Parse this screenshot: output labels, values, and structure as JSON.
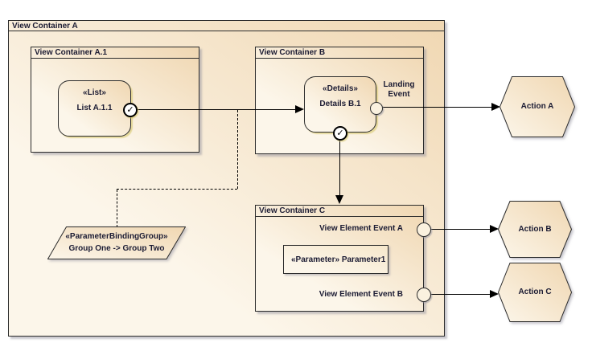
{
  "containers": {
    "a": {
      "title": "View Container A"
    },
    "a1": {
      "title": "View Container A.1"
    },
    "b": {
      "title": "View Container B"
    },
    "c": {
      "title": "View Container C"
    }
  },
  "elements": {
    "list": {
      "stereotype": "«List»",
      "name": "List A.1.1"
    },
    "details": {
      "stereotype": "«Details»",
      "name": "Details B.1"
    },
    "parameter": {
      "label": "«Parameter» Parameter1"
    },
    "binding_group": {
      "stereotype": "«ParameterBindingGroup»",
      "name": "Group One -> Group Two"
    }
  },
  "events": {
    "landing": "Landing Event",
    "view_element_a": "View Element Event A",
    "view_element_b": "View Element Event B"
  },
  "actions": {
    "a": "Action A",
    "b": "Action B",
    "c": "Action C"
  },
  "icons": {
    "check": "✓"
  },
  "colors": {
    "border": "#2b2b2b",
    "text": "#1b1b33",
    "fill_dark": "#f0d7b2",
    "fill_light": "#fcf6ea",
    "canvas": "#ffffff",
    "shadow_gray": "rgba(150,148,160,0.5)",
    "shadow_yellow": "rgba(214,198,105,0.6)"
  }
}
